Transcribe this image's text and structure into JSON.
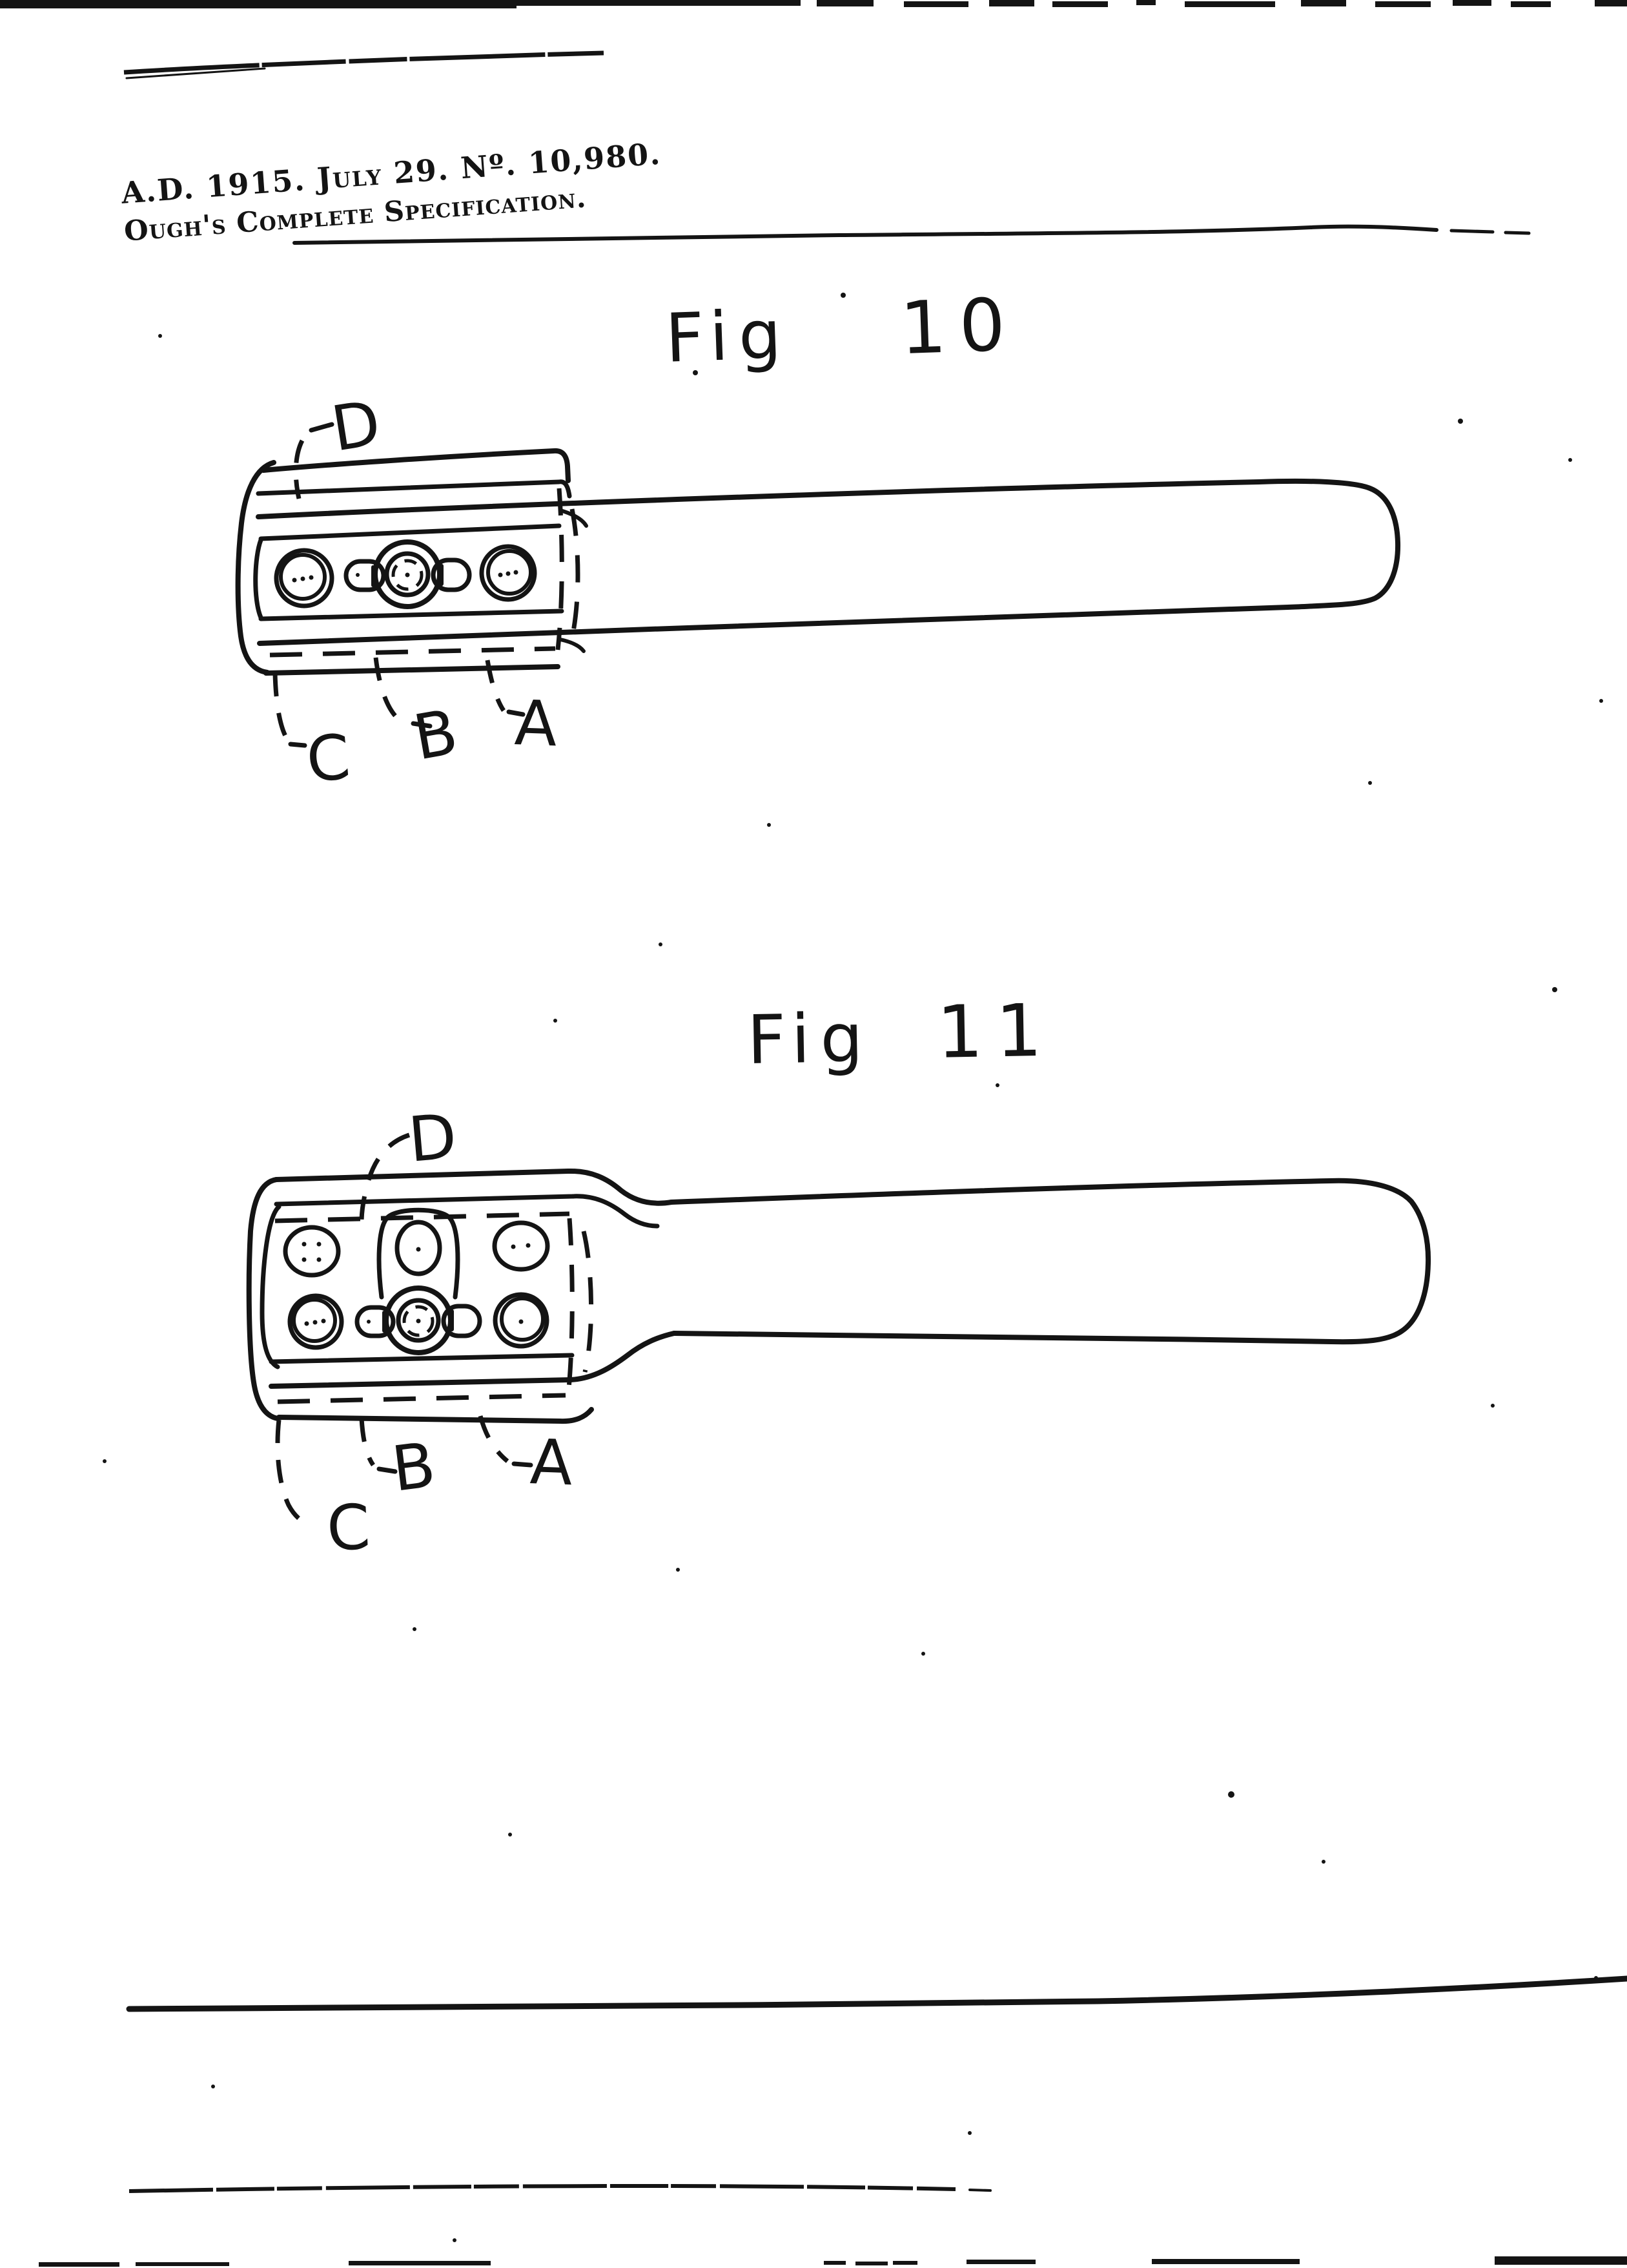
{
  "page": {
    "background": "#ffffff",
    "ink_color": "#141414",
    "kind": "scanned patent drawing sheet"
  },
  "header": {
    "line1": "A.D. 1915. July 29. Nº. 10,980.",
    "line2": "Ough's Complete Specification."
  },
  "fig10": {
    "title_word": "Fig",
    "title_number": "10",
    "labels": {
      "d": "D",
      "c": "C",
      "b": "B",
      "a": "A"
    }
  },
  "fig11": {
    "title_word": "Fig",
    "title_number": "11",
    "labels": {
      "d": "D",
      "b": "B",
      "a": "A",
      "c": "C"
    }
  }
}
